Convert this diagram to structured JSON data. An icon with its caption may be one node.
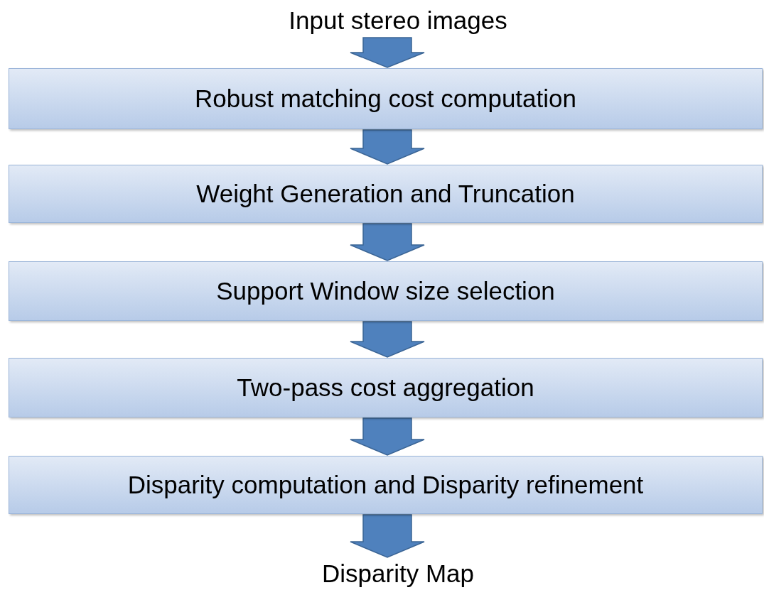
{
  "diagram": {
    "nodes": [
      {
        "text": [
          "Input stereo images"
        ]
      },
      {
        "text": [
          "Robust matching cost computation"
        ]
      },
      {
        "text": [
          "Weight Generation and Truncation"
        ]
      },
      {
        "text": [
          "Support Window size selection"
        ]
      },
      {
        "text": [
          "Two-pass cost aggregation"
        ]
      },
      {
        "text": [
          "Disparity computation and Disparity refinement"
        ]
      },
      {
        "text": [
          "Disparity Map"
        ]
      }
    ],
    "edges": [
      {
        "from": 0,
        "to": 1,
        "arrow": "to"
      },
      {
        "from": 1,
        "to": 2,
        "arrow": "to"
      },
      {
        "from": 2,
        "to": 3,
        "arrow": "to"
      },
      {
        "from": 3,
        "to": 4,
        "arrow": "to"
      },
      {
        "from": 4,
        "to": 5,
        "arrow": "to"
      },
      {
        "from": 5,
        "to": 6,
        "arrow": "to"
      }
    ]
  }
}
